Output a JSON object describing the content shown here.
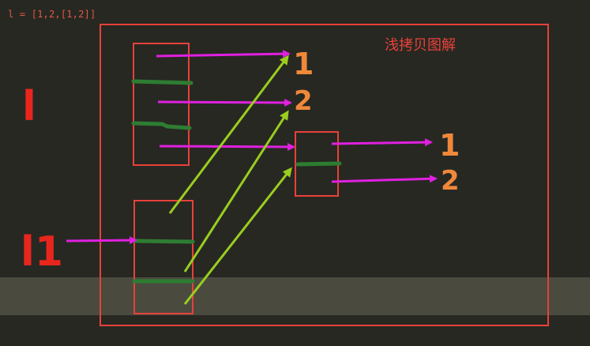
{
  "code": {
    "line": "l = [1,2,[1,2]]"
  },
  "diagram": {
    "title": "浅拷贝图解",
    "label_original": "l",
    "label_copy": "l1",
    "outer_values": [
      "1",
      "2"
    ],
    "inner_values": [
      "1",
      "2"
    ]
  },
  "colors": {
    "frame": "#e8413a",
    "reference_arrow": "#e020e0",
    "copy_arrow": "#9acd20",
    "slot": "#2e7d32",
    "handwritten_label": "#e8261e",
    "value": "#f0883a",
    "code_text": "#e05a44",
    "background": "#272822"
  }
}
